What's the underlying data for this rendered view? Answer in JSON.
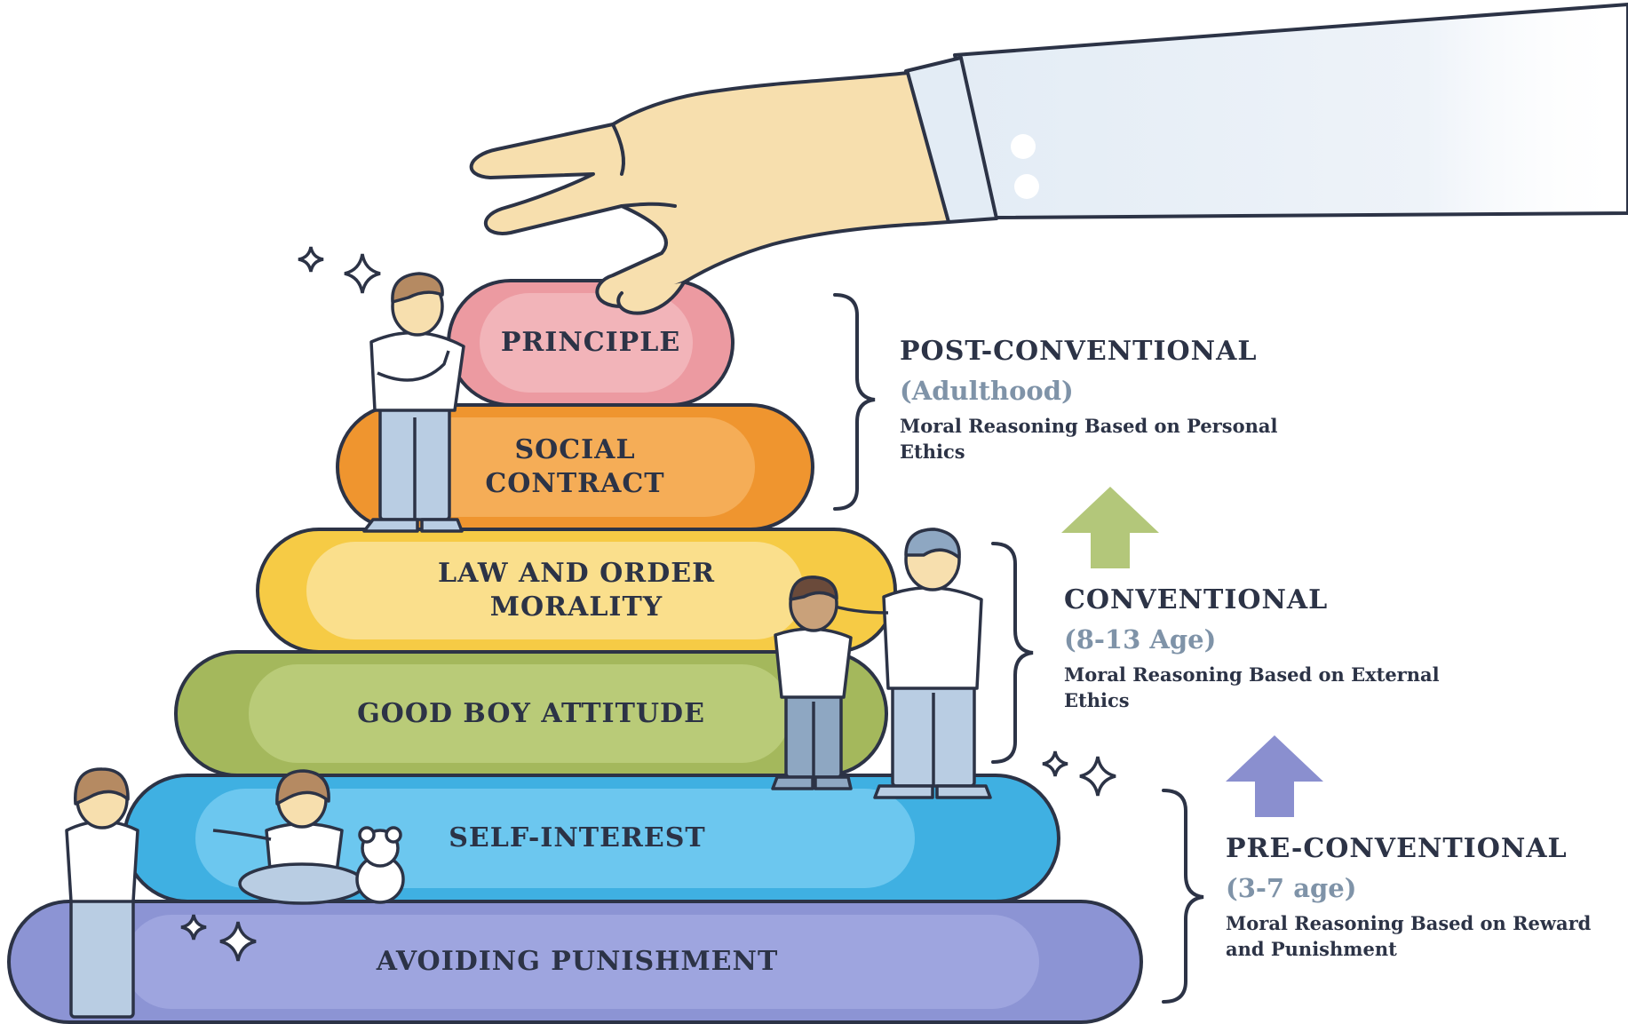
{
  "stages": [
    {
      "id": "principle",
      "lines": [
        "PRINCIPLE"
      ],
      "color": "#ec9aa1"
    },
    {
      "id": "social-contract",
      "lines": [
        "SOCIAL",
        "CONTRACT"
      ],
      "color": "#ef952f"
    },
    {
      "id": "law-and-order",
      "lines": [
        "LAW AND ORDER",
        "MORALITY"
      ],
      "color": "#f6cb45"
    },
    {
      "id": "good-boy",
      "lines": [
        "GOOD BOY ATTITUDE"
      ],
      "color": "#a4b85c"
    },
    {
      "id": "self-interest",
      "lines": [
        "SELF-INTEREST"
      ],
      "color": "#3fb0e2"
    },
    {
      "id": "avoiding-punishment",
      "lines": [
        "AVOIDING PUNISHMENT"
      ],
      "color": "#8c94d4"
    }
  ],
  "levels": [
    {
      "id": "post-conventional",
      "title": "POST-CONVENTIONAL",
      "age": "(Adulthood)",
      "description": "Moral Reasoning Based on Personal Ethics"
    },
    {
      "id": "conventional",
      "title": "CONVENTIONAL",
      "age": "(8-13 Age)",
      "description": "Moral Reasoning Based on External Ethics"
    },
    {
      "id": "pre-conventional",
      "title": "PRE-CONVENTIONAL",
      "age": "(3-7 age)",
      "description": "Moral Reasoning Based on Reward and Punishment"
    }
  ],
  "colors": {
    "outline": "#2c3346",
    "arrow_upper": "#b3c77a",
    "arrow_lower": "#8a8fcf",
    "sleeve": "#e3ecf5",
    "skin": "#f7dfae",
    "shirt": "#ffffff",
    "pants": "#b9cde3",
    "hair": "#b58a62"
  }
}
